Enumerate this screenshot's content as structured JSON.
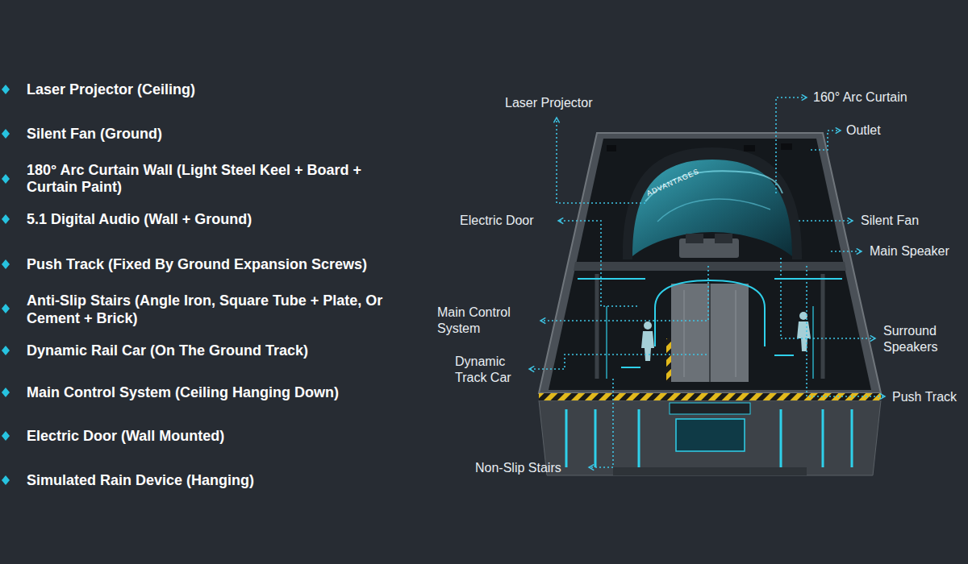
{
  "diagram": {
    "labels": [
      "Laser Projector (Ceiling)",
      "Silent Fan (Ground)",
      "180° Arc Curtain Wall (Light Steel Keel + Board + Curtain Paint)",
      "5.1 Digital Audio (Wall + Ground)",
      "Push Track (Fixed By Ground Expansion Screws)",
      "Anti-Slip Stairs (Angle Iron, Square Tube + Plate, Or Cement + Brick)",
      "Dynamic Rail Car (On The Ground Track)",
      "Main Control System (Ceiling Hanging Down)",
      "Electric Door (Wall Mounted)",
      "Simulated Rain Device (Hanging)",
      "Laser Projector",
      "160° Arc Curtain",
      "Outlet",
      "Electric Door",
      "Silent Fan",
      "Main Speaker",
      "Main Control System",
      "Surround Speakers",
      "Dynamic Track Car",
      "Push Track",
      "Non-Slip Stairs",
      "ADVANTAGES"
    ]
  }
}
